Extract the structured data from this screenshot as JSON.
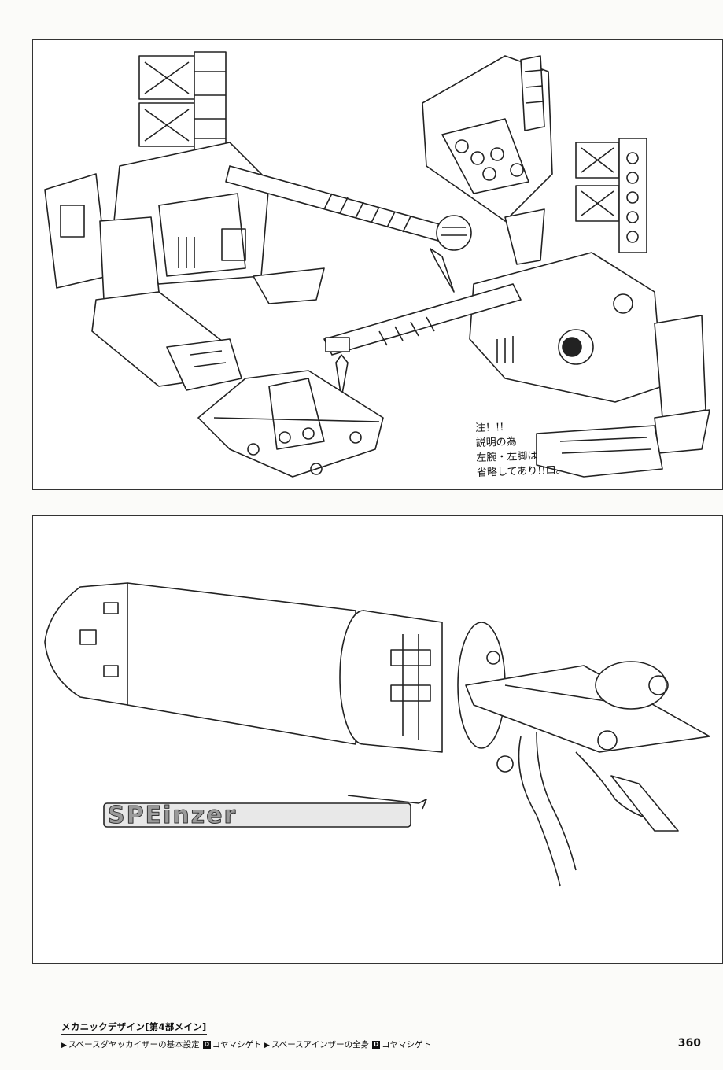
{
  "panel_top": {
    "note": [
      "注！!!",
      "説明の為",
      "左腕・左脚は",
      "省略してあり!!口。"
    ]
  },
  "panel_bottom": {
    "logo_text": "SPEinzer"
  },
  "footer": {
    "title": "メカニックデザイン[第4部メイン]",
    "captions": [
      {
        "arrow": "▶",
        "text": "スペースダヤッカイザーの基本設定",
        "tag": "D",
        "credit": "コヤマシゲト"
      },
      {
        "arrow": "▶",
        "text": "スペースアインザーの全身",
        "tag": "D",
        "credit": "コヤマシゲト"
      }
    ],
    "page_number": "360"
  }
}
